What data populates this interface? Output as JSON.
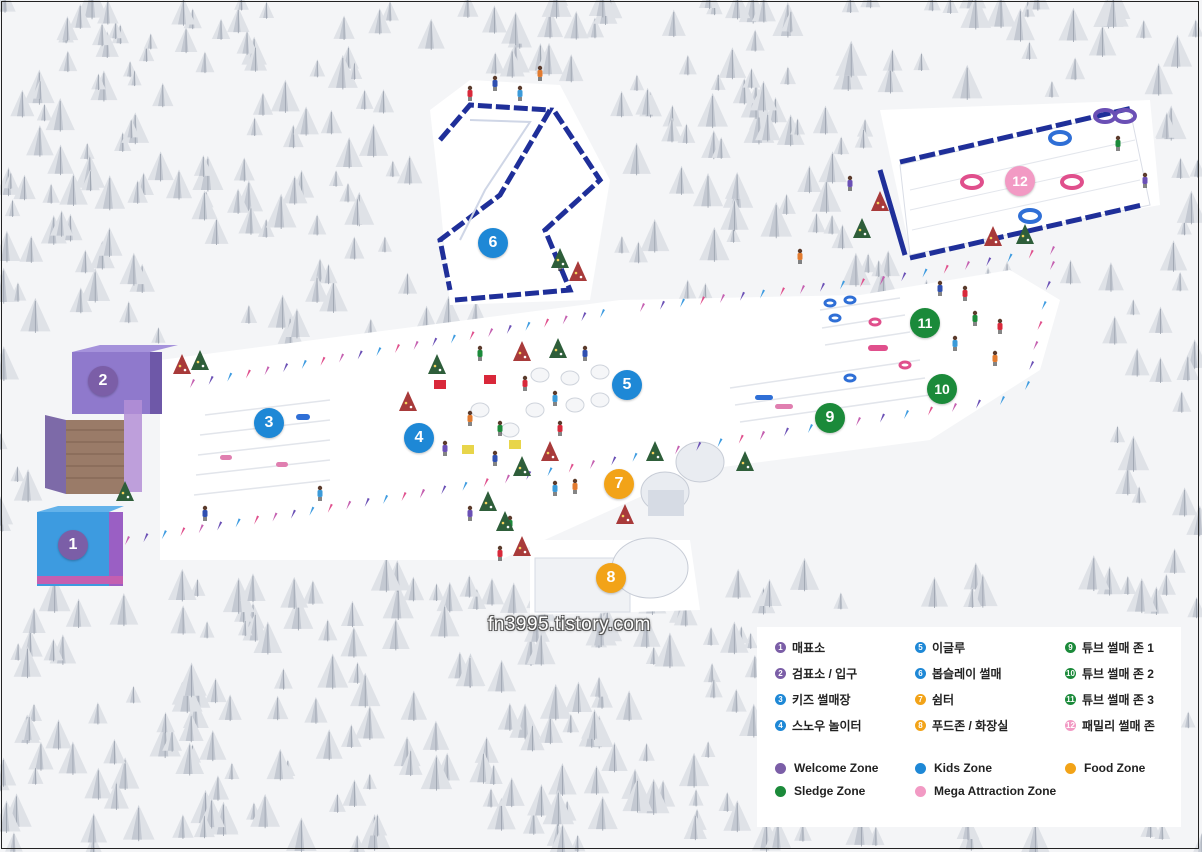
{
  "zone_colors": {
    "welcome": "#7b5ea7",
    "kids": "#1e88d6",
    "food": "#f2a318",
    "sledge": "#1b8a3a",
    "mega": "#f29ac4"
  },
  "markers": [
    {
      "num": "1",
      "zone": "welcome"
    },
    {
      "num": "2",
      "zone": "welcome"
    },
    {
      "num": "3",
      "zone": "kids"
    },
    {
      "num": "4",
      "zone": "kids"
    },
    {
      "num": "5",
      "zone": "kids"
    },
    {
      "num": "6",
      "zone": "kids"
    },
    {
      "num": "7",
      "zone": "food"
    },
    {
      "num": "8",
      "zone": "food"
    },
    {
      "num": "9",
      "zone": "sledge"
    },
    {
      "num": "10",
      "zone": "sledge"
    },
    {
      "num": "11",
      "zone": "sledge"
    },
    {
      "num": "12",
      "zone": "mega"
    }
  ],
  "watermark": "fn3995.tistory.com",
  "legend": {
    "facilities": [
      {
        "num": "1",
        "label": "매표소",
        "zone": "welcome"
      },
      {
        "num": "2",
        "label": "검표소 / 입구",
        "zone": "welcome"
      },
      {
        "num": "3",
        "label": "키즈 썰매장",
        "zone": "kids"
      },
      {
        "num": "4",
        "label": "스노우 놀이터",
        "zone": "kids"
      },
      {
        "num": "5",
        "label": "이글루",
        "zone": "kids"
      },
      {
        "num": "6",
        "label": "봅슬레이 썰매",
        "zone": "kids"
      },
      {
        "num": "7",
        "label": "쉼터",
        "zone": "food"
      },
      {
        "num": "8",
        "label": "푸드존 / 화장실",
        "zone": "food"
      },
      {
        "num": "9",
        "label": "튜브 썰매 존 1",
        "zone": "sledge"
      },
      {
        "num": "10",
        "label": "튜브 썰매 존 2",
        "zone": "sledge"
      },
      {
        "num": "11",
        "label": "튜브 썰매 존 3",
        "zone": "sledge"
      },
      {
        "num": "12",
        "label": "패밀리 썰매 존",
        "zone": "mega"
      }
    ],
    "zones": [
      {
        "label": "Welcome Zone",
        "zone": "welcome"
      },
      {
        "label": "Kids Zone",
        "zone": "kids"
      },
      {
        "label": "Food Zone",
        "zone": "food"
      },
      {
        "label": "Sledge Zone",
        "zone": "sledge"
      },
      {
        "label": "Mega Attraction Zone",
        "zone": "mega"
      }
    ]
  }
}
